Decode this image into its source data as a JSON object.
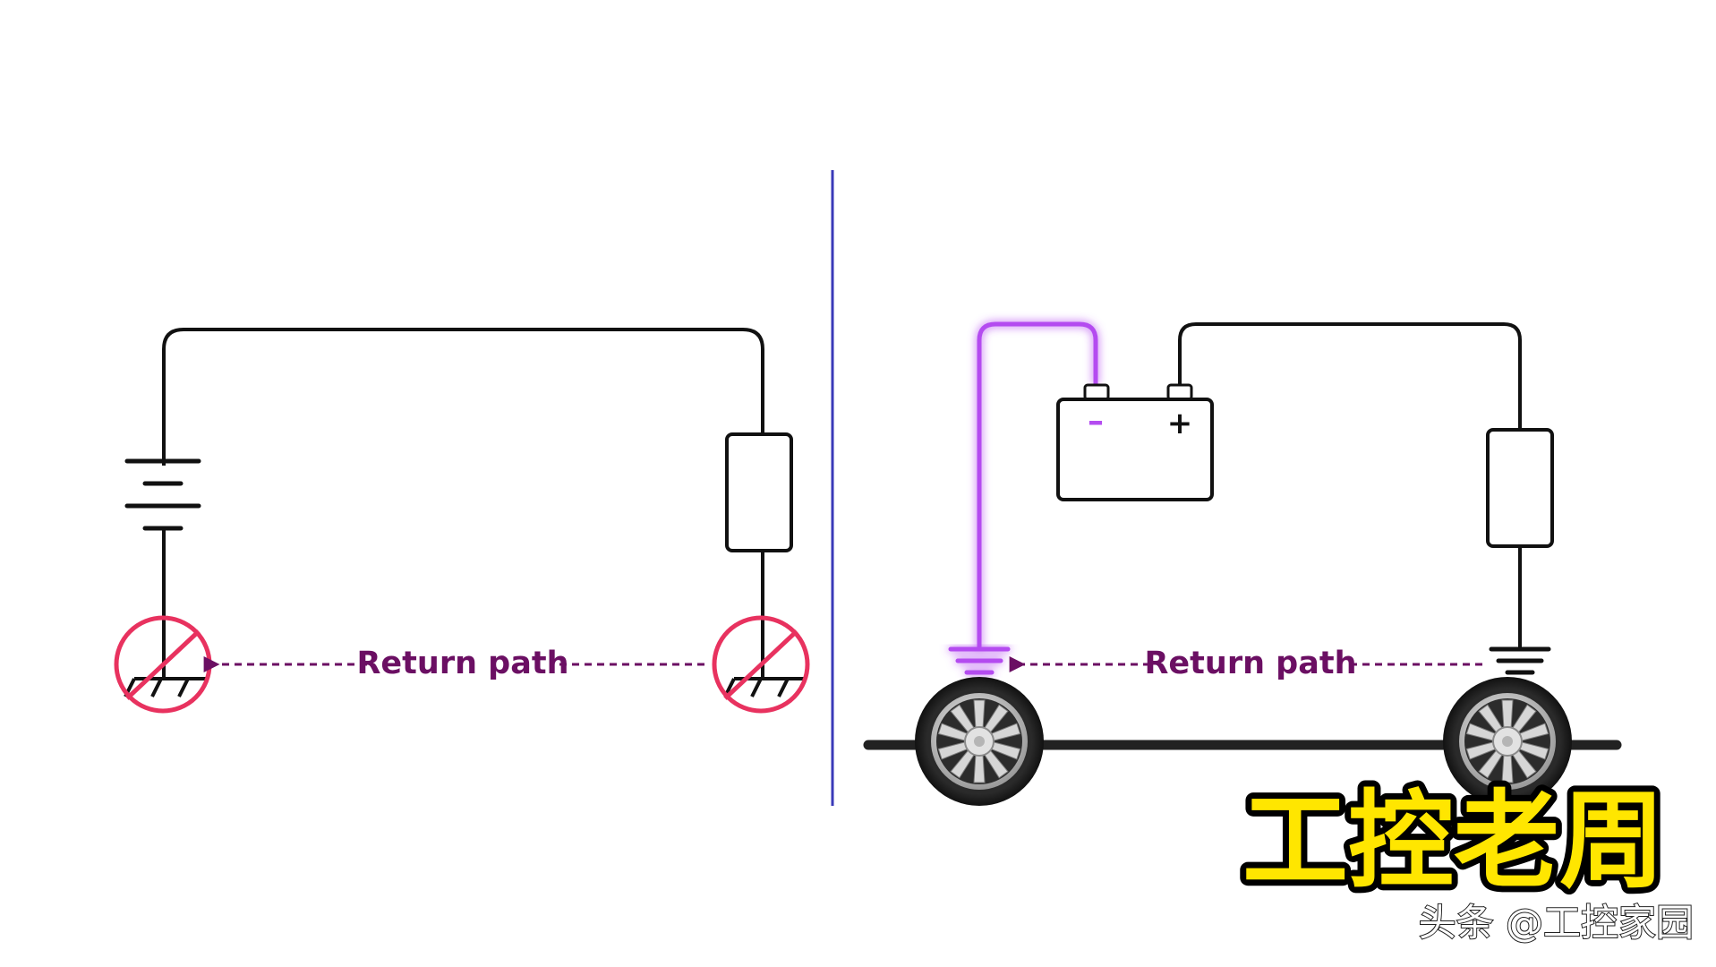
{
  "diagram": {
    "left_panel": {
      "return_label": "Return path"
    },
    "right_panel": {
      "return_label": "Return path",
      "battery_negative_label": "–",
      "battery_positive_label": "+"
    }
  },
  "overlay": {
    "brand_text": "工控老周",
    "watermark_text": "头条 @工控家园"
  },
  "colors": {
    "wire": "#111111",
    "divider": "#3a3ab8",
    "return_path": "#6b0f63",
    "ground_wire": "#b44cf0",
    "no_sign": "#e8325f",
    "brand_fill": "#ffe600"
  }
}
